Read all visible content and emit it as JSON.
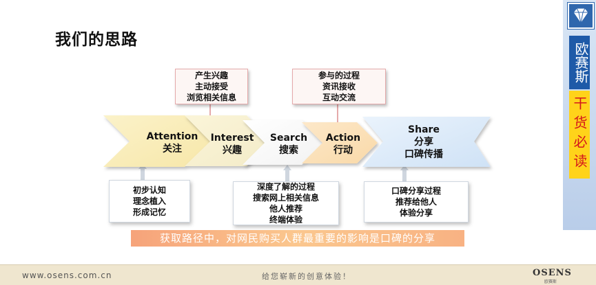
{
  "title": "我们的思路",
  "sidebar": {
    "brand": "欧赛斯",
    "tagline": "干货必读"
  },
  "top_boxes": [
    {
      "lines": [
        "产生兴趣",
        "主动接受",
        "浏览相关信息"
      ]
    },
    {
      "lines": [
        "参与的过程",
        "资讯接收",
        "互动交流"
      ]
    }
  ],
  "stages": [
    {
      "en": "Attention",
      "cn": "关注"
    },
    {
      "en": "Interest",
      "cn": "兴趣"
    },
    {
      "en": "Search",
      "cn": "搜索"
    },
    {
      "en": "Action",
      "cn": "行动"
    },
    {
      "en": "Share",
      "cn": "分享",
      "cn2": "口碑传播"
    }
  ],
  "bottom_boxes": [
    {
      "lines": [
        "初步认知",
        "理念植入",
        "形成记忆"
      ]
    },
    {
      "lines": [
        "深度了解的过程",
        "搜索网上相关信息",
        "他人推荐",
        "终端体验"
      ]
    },
    {
      "lines": [
        "口碑分享过程",
        "推荐给他人",
        "体验分享"
      ]
    }
  ],
  "banner": "获取路径中，对网民购买人群最重要的影响是口碑的分享",
  "footer": {
    "url": "www.osens.com.cn",
    "slogan": "给您崭新的创意体验！",
    "logo": "OSENS",
    "logo_sub": "欧赛斯"
  },
  "colors": {
    "brand_blue": "#1e5aa8",
    "tag_yellow": "#ffd31a",
    "tag_red": "#d4151b",
    "banner_orange": "#f6a37a"
  }
}
